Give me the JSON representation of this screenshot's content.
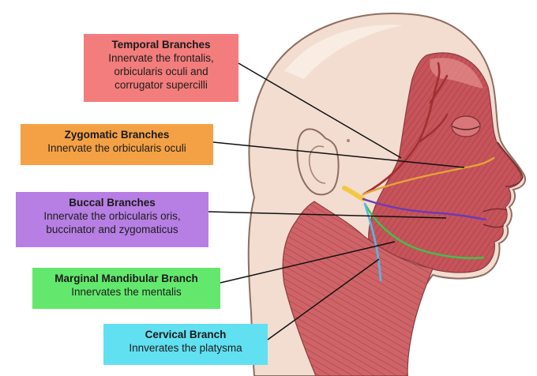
{
  "colors": {
    "skin": "#f2ddd0",
    "skin_outline": "#8c6e60",
    "muscle": "#c6545a",
    "muscle_dark": "#9e3a40",
    "muscle_light": "#e58e8e",
    "temporal": "#f37c7c",
    "zygomatic": "#f4a145",
    "buccal": "#b77ee4",
    "marginal": "#63e86d",
    "cervical": "#61e0f1",
    "nerve_trunk": "#f2c743",
    "leader_line": "#111111"
  },
  "labels": {
    "temporal": {
      "title": "Temporal Branches",
      "lines": [
        "Innervate the frontalis,",
        "orbicularis oculi and",
        "corrugator supercilli"
      ]
    },
    "zygomatic": {
      "title": "Zygomatic Branches",
      "lines": [
        "Innervate the orbicularis oculi"
      ]
    },
    "buccal": {
      "title": "Buccal Branches",
      "lines": [
        "Innervate the orbicularis oris,",
        "buccinator and zygomaticus"
      ]
    },
    "marginal": {
      "title": "Marginal Mandibular Branch",
      "lines": [
        "Innervates the mentalis"
      ]
    },
    "cervical": {
      "title": "Cervical Branch",
      "lines": [
        "Innverates the platysma"
      ]
    }
  }
}
